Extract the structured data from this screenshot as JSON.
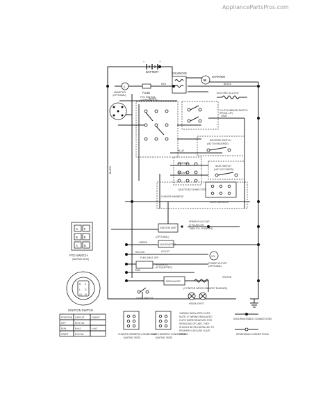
{
  "watermark": "AppliancePartsPros.com",
  "components": {
    "battery": "BATTERY",
    "solenoid": "SOLENOID",
    "starter": "STARTER",
    "ammeter": "AMMETER",
    "ammeter_opt": "(OPTIONAL)",
    "fuse": "FUSE",
    "pto_switch": "PTO SWITCH",
    "pto_switch_sub": "(DISENGAGED)",
    "electric_clutch": "ELECTRIC CLUTCH",
    "clutch_brake": "CLUTCH/BRAKE SWITCH",
    "clutch_brake_sub": "(PEDAL UP)",
    "reverse_switch": "REVERSE SWITCH",
    "reverse_switch_sub": "(NOT IN REVERSE)",
    "seat_switch": "SEAT SWITCH",
    "seat_switch_sub": "(NOT OCCUPIED)",
    "junction_connector": "JUNCTION CONNECTOR",
    "chassis_harness": "CHASSIS HARNESS",
    "dash_harness": "DASH HARNESS",
    "dash_harness_sub": "(MATING SIDE)",
    "ignition_unit": "IGNITION UNIT",
    "spark_plug": "SPARK PLUG GAP",
    "spark_plug_sub1": "(2 PLUGS ON",
    "spark_plug_sub2": "TWIN CYL. ENGINES)",
    "hour_meter": "HOUR METER",
    "hour_meter_opt": "(OPTIONAL)",
    "fuel_shutoff": "FUEL SHUT-OFF",
    "fuel_shutoff_sub": "SOLENOID",
    "fuel_shutoff_sub2": "(IF EQUIPPED)",
    "power_outlet": "POWER OUTLET",
    "power_outlet_opt": "(OPTIONAL)",
    "regulator": "REGULATOR",
    "stator": "STATOR",
    "light_switch": "LIGHT SWITCH",
    "headlights": "HEADLIGHTS",
    "engine_note": "(2 STATOR WIRES ON MOST ENGINES)"
  },
  "wire_colors": {
    "red": "RED",
    "black": "BLACK",
    "white": "WHITE",
    "blue": "BLUE",
    "green": "GREEN",
    "yellow": "YELLOW",
    "orange": "ORANGE",
    "brown": "BROWN",
    "gray": "GRAY",
    "violet": "VIOLET",
    "pink": "PINK"
  },
  "pto_pinout": {
    "grid": [
      [
        "C",
        "F"
      ],
      [
        "B",
        "E"
      ],
      [
        "A",
        "D"
      ]
    ],
    "label": "PTO SWITCH",
    "sub": "(MATING SIDE)"
  },
  "ignition_switch": {
    "label": "IGNITION SWITCH",
    "table_headers": [
      "POSITION",
      "CIRCUIT",
      "\"MAKE\""
    ],
    "rows": [
      [
        "OFF",
        "M+G+A1",
        ""
      ],
      [
        "RUN",
        "B+A1",
        "L+A2"
      ],
      [
        "START",
        "B+S+A1",
        ""
      ]
    ]
  },
  "connectors": {
    "chassis": "CHASSIS HARNESS CONNECTOR",
    "chassis_sub": "(MATING SIDE)",
    "dash": "DASH HARNESS CONNECTOR"
  },
  "notes": {
    "wiring_clips_1": "*WIRING INSULATED CLIPS",
    "wiring_clips_2": "NOTE: IF WIRING INSULATED",
    "wiring_clips_3": "CLIPS WERE REMOVED FOR",
    "wiring_clips_4": "SERVICING OF UNIT, THEY",
    "wiring_clips_5": "SHOULD BE RE-INSTALLED TO",
    "wiring_clips_6": "PROPERLY SECURE YOUR",
    "wiring_clips_7": "WIRING.",
    "non_removable": "NON-REMOVABLE CONNECTIONS",
    "removable": "REMOVABLE CONNECTIONS"
  }
}
